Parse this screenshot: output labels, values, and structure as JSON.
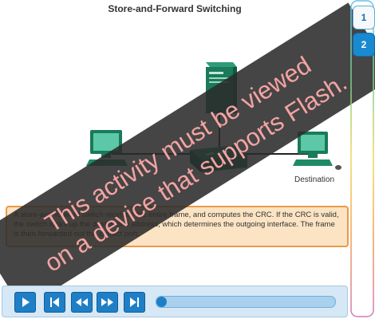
{
  "title": "Store-and-Forward Switching",
  "diagram": {
    "destination_label": "Destination"
  },
  "description": "A store-and-forward switch receives the entire frame, and computes the CRC. If the CRC is valid, the switch looks up the destination address, which determines the outgoing interface. The frame is then forwarded out the correct port.",
  "overlay": {
    "line1": "This activity must be viewed",
    "line2": "on a device that supports Flash.",
    "banner_color": "#2b2b2b",
    "text_color": "#f4a3a3"
  },
  "steps": [
    {
      "label": "1",
      "active": false
    },
    {
      "label": "2",
      "active": true
    }
  ],
  "player": {
    "progress": 0.0,
    "buttons": [
      "play-icon",
      "skip-to-start-icon",
      "rewind-icon",
      "fast-forward-icon",
      "skip-to-end-icon"
    ]
  },
  "colors": {
    "accent": "#1f7fc6",
    "desc_bg": "#fbe3c3",
    "desc_border": "#e99a49",
    "device_green": "#1a7a5a"
  }
}
